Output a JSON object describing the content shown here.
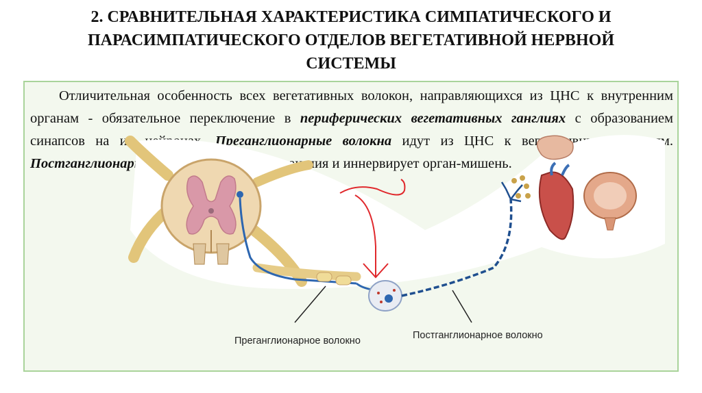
{
  "title": {
    "line1": "2. СРАВНИТЕЛЬНАЯ ХАРАКТЕРИСТИКА СИМПАТИЧЕСКОГО И",
    "line2": "ПАРАСИМПАТИЧЕСКОГО ОТДЕЛОВ ВЕГЕТАТИВНОЙ НЕРВНОЙ",
    "line3": "СИСТЕМЫ"
  },
  "body": {
    "part1": "Отличительная особенность всех вегетативных волокон, направляющихся из ЦНС к внутренним органам - обязательное переключение в ",
    "emph1": "периферических вегетативных ганглиях",
    "part2": " с образованием синапсов на их нейронах. ",
    "emph2": "Преганглионарные волокна",
    "part3": " идут из ЦНС к вегетативным ганглиям. ",
    "emph3": "Постганглионарные волокна",
    "part4": " выходят из ганглия и иннервирует орган-мишень."
  },
  "figure": {
    "label_pre": "Преганглионарное волокно",
    "label_post": "Постганглионарное волокно"
  },
  "colors": {
    "frame_border": "#a9d39a",
    "frame_fill": "#f3f8ee",
    "annotation": "#e0282c",
    "fiber_blue": "#2d66b0",
    "nerve_tan": "#e6cc88"
  }
}
